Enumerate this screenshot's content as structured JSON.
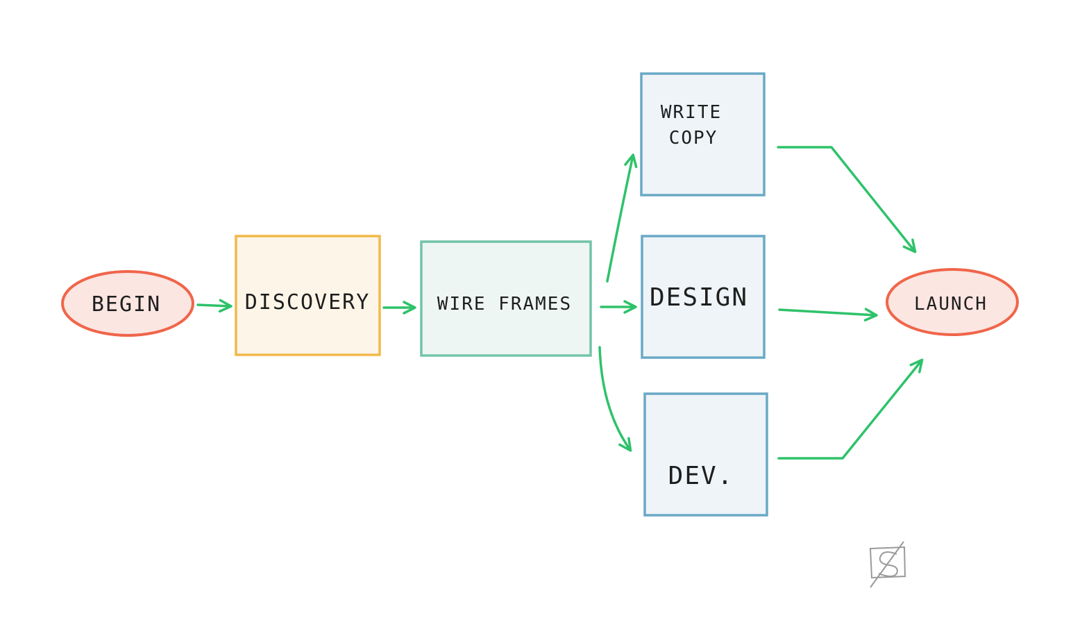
{
  "colors": {
    "arrow": "#2ec26a",
    "oval_stroke": "#f0654a",
    "oval_fill": "#fbe6e2",
    "discovery_stroke": "#f2b94a",
    "discovery_fill": "#fdf6e8",
    "wireframes_stroke": "#72c4a9",
    "wireframes_fill": "#eef6f4",
    "task_stroke": "#6aa9c6",
    "task_fill": "#eef4f8",
    "logo": "#9a9a9a"
  },
  "nodes": {
    "begin": {
      "label": "BEGIN",
      "shape": "oval"
    },
    "discovery": {
      "label": "DISCOVERY",
      "shape": "box"
    },
    "wireframes": {
      "label": "WIRE FRAMES",
      "shape": "box"
    },
    "write_copy": {
      "label_line1": "WRITE",
      "label_line2": "COPY",
      "shape": "box"
    },
    "design": {
      "label": "DESIGN",
      "shape": "box"
    },
    "dev": {
      "label": "DEV.",
      "shape": "box"
    },
    "launch": {
      "label": "LAUNCH",
      "shape": "oval"
    }
  },
  "edges": [
    {
      "from": "BEGIN",
      "to": "DISCOVERY"
    },
    {
      "from": "DISCOVERY",
      "to": "WIRE FRAMES"
    },
    {
      "from": "WIRE FRAMES",
      "to": "WRITE COPY"
    },
    {
      "from": "WIRE FRAMES",
      "to": "DESIGN"
    },
    {
      "from": "WIRE FRAMES",
      "to": "DEV."
    },
    {
      "from": "WRITE COPY",
      "to": "LAUNCH"
    },
    {
      "from": "DESIGN",
      "to": "LAUNCH"
    },
    {
      "from": "DEV.",
      "to": "LAUNCH"
    }
  ],
  "logo": {
    "icon": "signature-s-logo-icon",
    "letter": "S"
  }
}
